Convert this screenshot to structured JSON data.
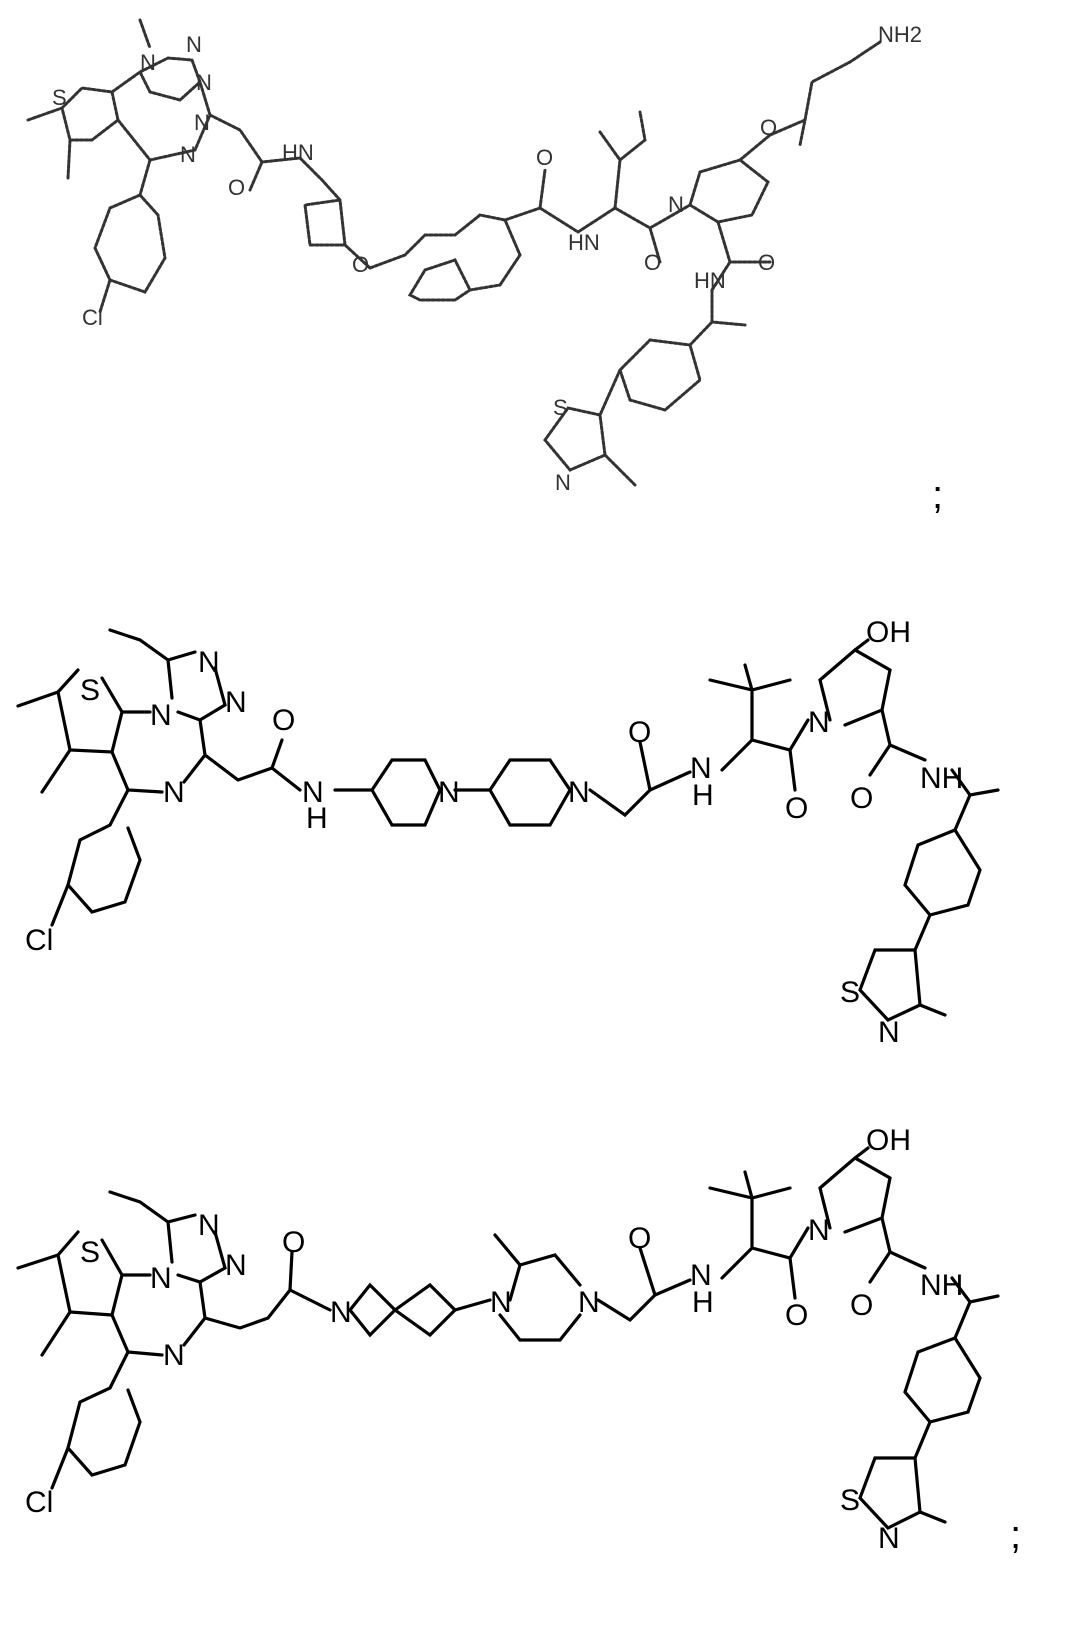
{
  "structures": [
    {
      "id": "structure-1",
      "atom_labels": [
        "S",
        "N",
        "N",
        "N",
        "N",
        "Cl",
        "HN",
        "HN",
        "HN",
        "O",
        "O",
        "O",
        "O",
        "O",
        "O",
        "S",
        "N",
        "NH2",
        "N",
        "N"
      ],
      "separator": ";"
    },
    {
      "id": "structure-2",
      "atom_labels": [
        "S",
        "N",
        "N",
        "N",
        "N",
        "Cl",
        "O",
        "N",
        "H",
        "N",
        "N",
        "O",
        "N",
        "H",
        "O",
        "N",
        "OH",
        "O",
        "NH",
        "S",
        "N"
      ]
    },
    {
      "id": "structure-3",
      "atom_labels": [
        "S",
        "N",
        "N",
        "N",
        "N",
        "Cl",
        "O",
        "N",
        "N",
        "N",
        "O",
        "N",
        "H",
        "O",
        "N",
        "OH",
        "O",
        "NH",
        "S",
        "N"
      ],
      "separator": ";"
    }
  ]
}
